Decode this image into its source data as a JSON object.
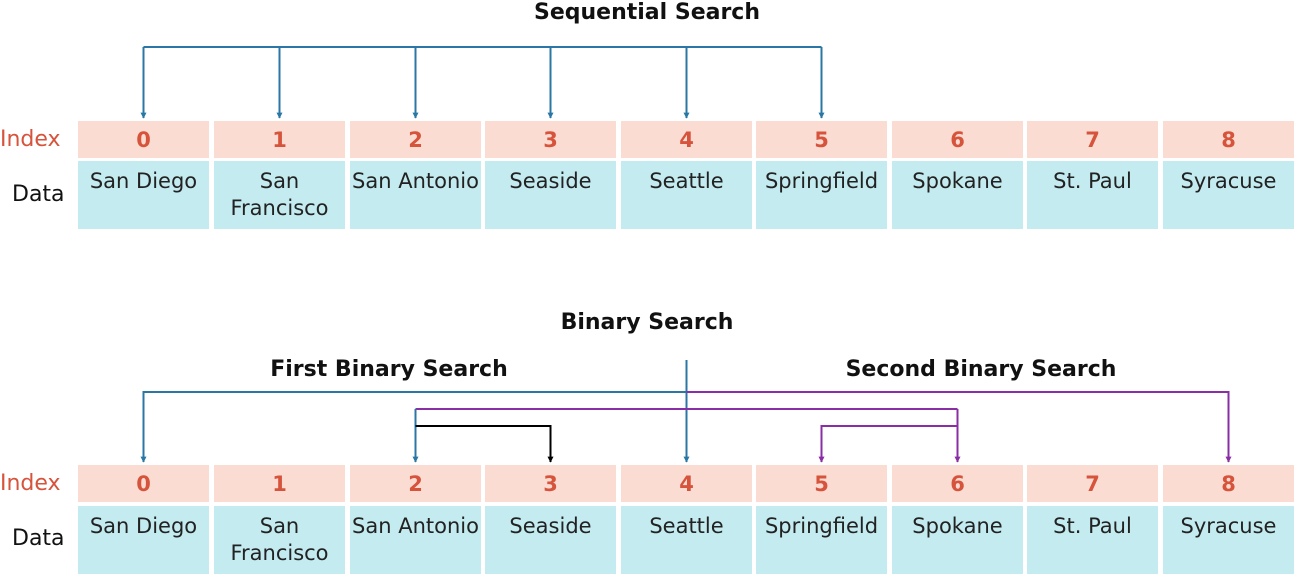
{
  "sequential": {
    "title": "Sequential Search",
    "index_label": "Index",
    "data_label": "Data"
  },
  "binary": {
    "title": "Binary Search",
    "first_title": "First Binary Search",
    "second_title": "Second Binary Search",
    "index_label": "Index",
    "data_label": "Data"
  },
  "cells": [
    {
      "index": "0",
      "data": "San Diego"
    },
    {
      "index": "1",
      "data": "San Francisco"
    },
    {
      "index": "2",
      "data": "San Antonio"
    },
    {
      "index": "3",
      "data": "Seaside"
    },
    {
      "index": "4",
      "data": "Seattle"
    },
    {
      "index": "5",
      "data": "Springfield"
    },
    {
      "index": "6",
      "data": "Spokane"
    },
    {
      "index": "7",
      "data": "St. Paul"
    },
    {
      "index": "8",
      "data": "Syracuse"
    }
  ],
  "colors": {
    "index_bg": "#fbdcd2",
    "index_text": "#d6533c",
    "data_bg": "#c3ebf0",
    "arrow_blue": "#2a77a6",
    "arrow_purple": "#8a2ea6",
    "arrow_black": "#000000"
  }
}
